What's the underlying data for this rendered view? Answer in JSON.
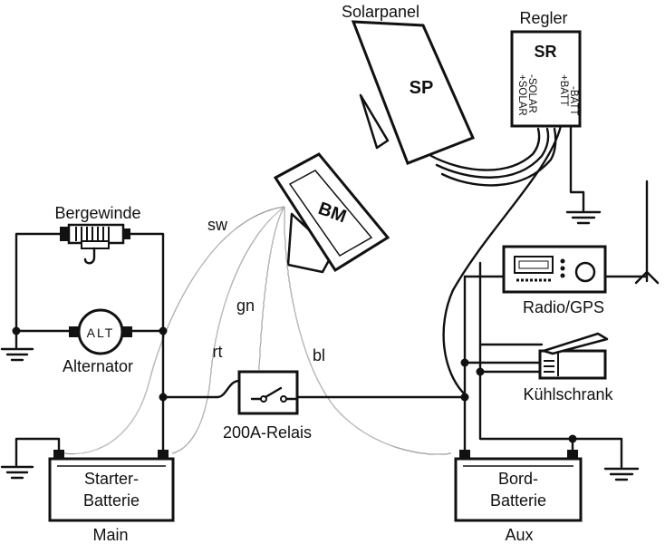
{
  "labels": {
    "solarpanel": "Solarpanel",
    "panel_code": "SP",
    "regler": "Regler",
    "regler_code": "SR",
    "terminal_solar_neg": "-SOLAR",
    "terminal_solar_pos": "+SOLAR",
    "terminal_batt_pos": "+BATT",
    "terminal_batt_neg": "-BATT",
    "monitor_code": "BM",
    "bergewinde": "Bergewinde",
    "alternator_code": "ALT",
    "alternator": "Alternator",
    "radio_gps": "Radio/GPS",
    "kuehlschrank": "Kühlschrank",
    "relais": "200A-Relais",
    "starter_line1": "Starter-",
    "starter_line2": "Batterie",
    "main": "Main",
    "bord_line1": "Bord-",
    "bord_line2": "Batterie",
    "aux": "Aux"
  },
  "wire_labels": {
    "sw": "sw",
    "gn": "gn",
    "rt": "rt",
    "bl": "bl"
  },
  "colors": {
    "line": "#111111",
    "background": "#ffffff"
  }
}
